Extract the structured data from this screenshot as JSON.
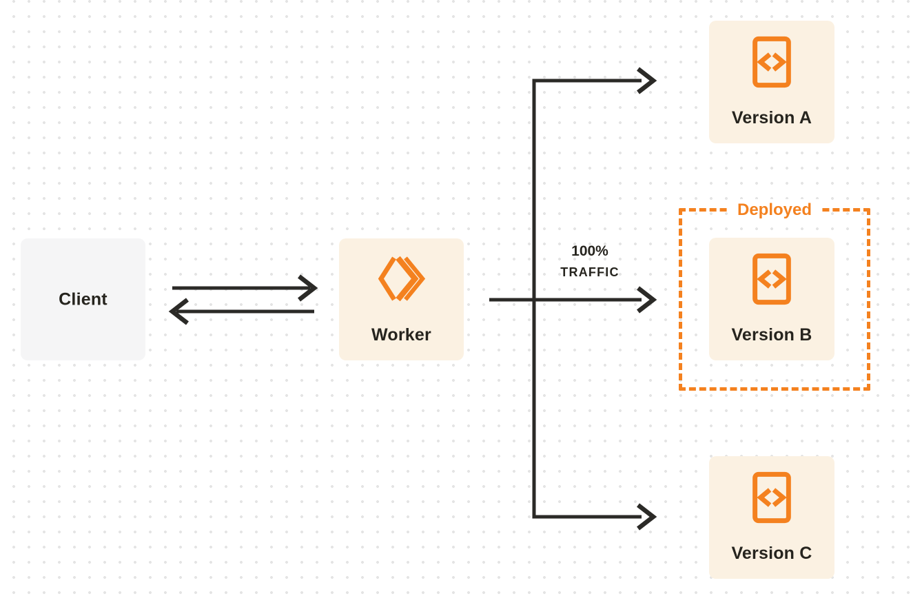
{
  "colors": {
    "accent_orange": "#F4811F",
    "node_fill_cream": "#FBF1E2",
    "client_fill_gray": "#F5F5F6",
    "text_ink": "#26241E",
    "connector_dark": "#2B2A27",
    "dot_grid_gray": "#E4E4E4",
    "canvas_background": "#FFFFFF"
  },
  "nodes": {
    "client": {
      "label": "Client"
    },
    "worker": {
      "label": "Worker",
      "icon": "cloudflare-workers-icon"
    },
    "version_a": {
      "label": "Version A",
      "icon": "code-file-icon"
    },
    "version_b": {
      "label": "Version B",
      "icon": "code-file-icon"
    },
    "version_c": {
      "label": "Version C",
      "icon": "code-file-icon"
    }
  },
  "annotations": {
    "deployed_label": "Deployed",
    "traffic_label_line1": "100%",
    "traffic_label_line2": "TRAFFIC"
  },
  "connections": [
    {
      "from": "client",
      "to": "worker",
      "direction": "right"
    },
    {
      "from": "worker",
      "to": "client",
      "direction": "left"
    },
    {
      "from": "worker",
      "to": "version_a",
      "direction": "branch-up"
    },
    {
      "from": "worker",
      "to": "version_b",
      "direction": "straight",
      "label": "100% TRAFFIC"
    },
    {
      "from": "worker",
      "to": "version_c",
      "direction": "branch-down"
    }
  ]
}
